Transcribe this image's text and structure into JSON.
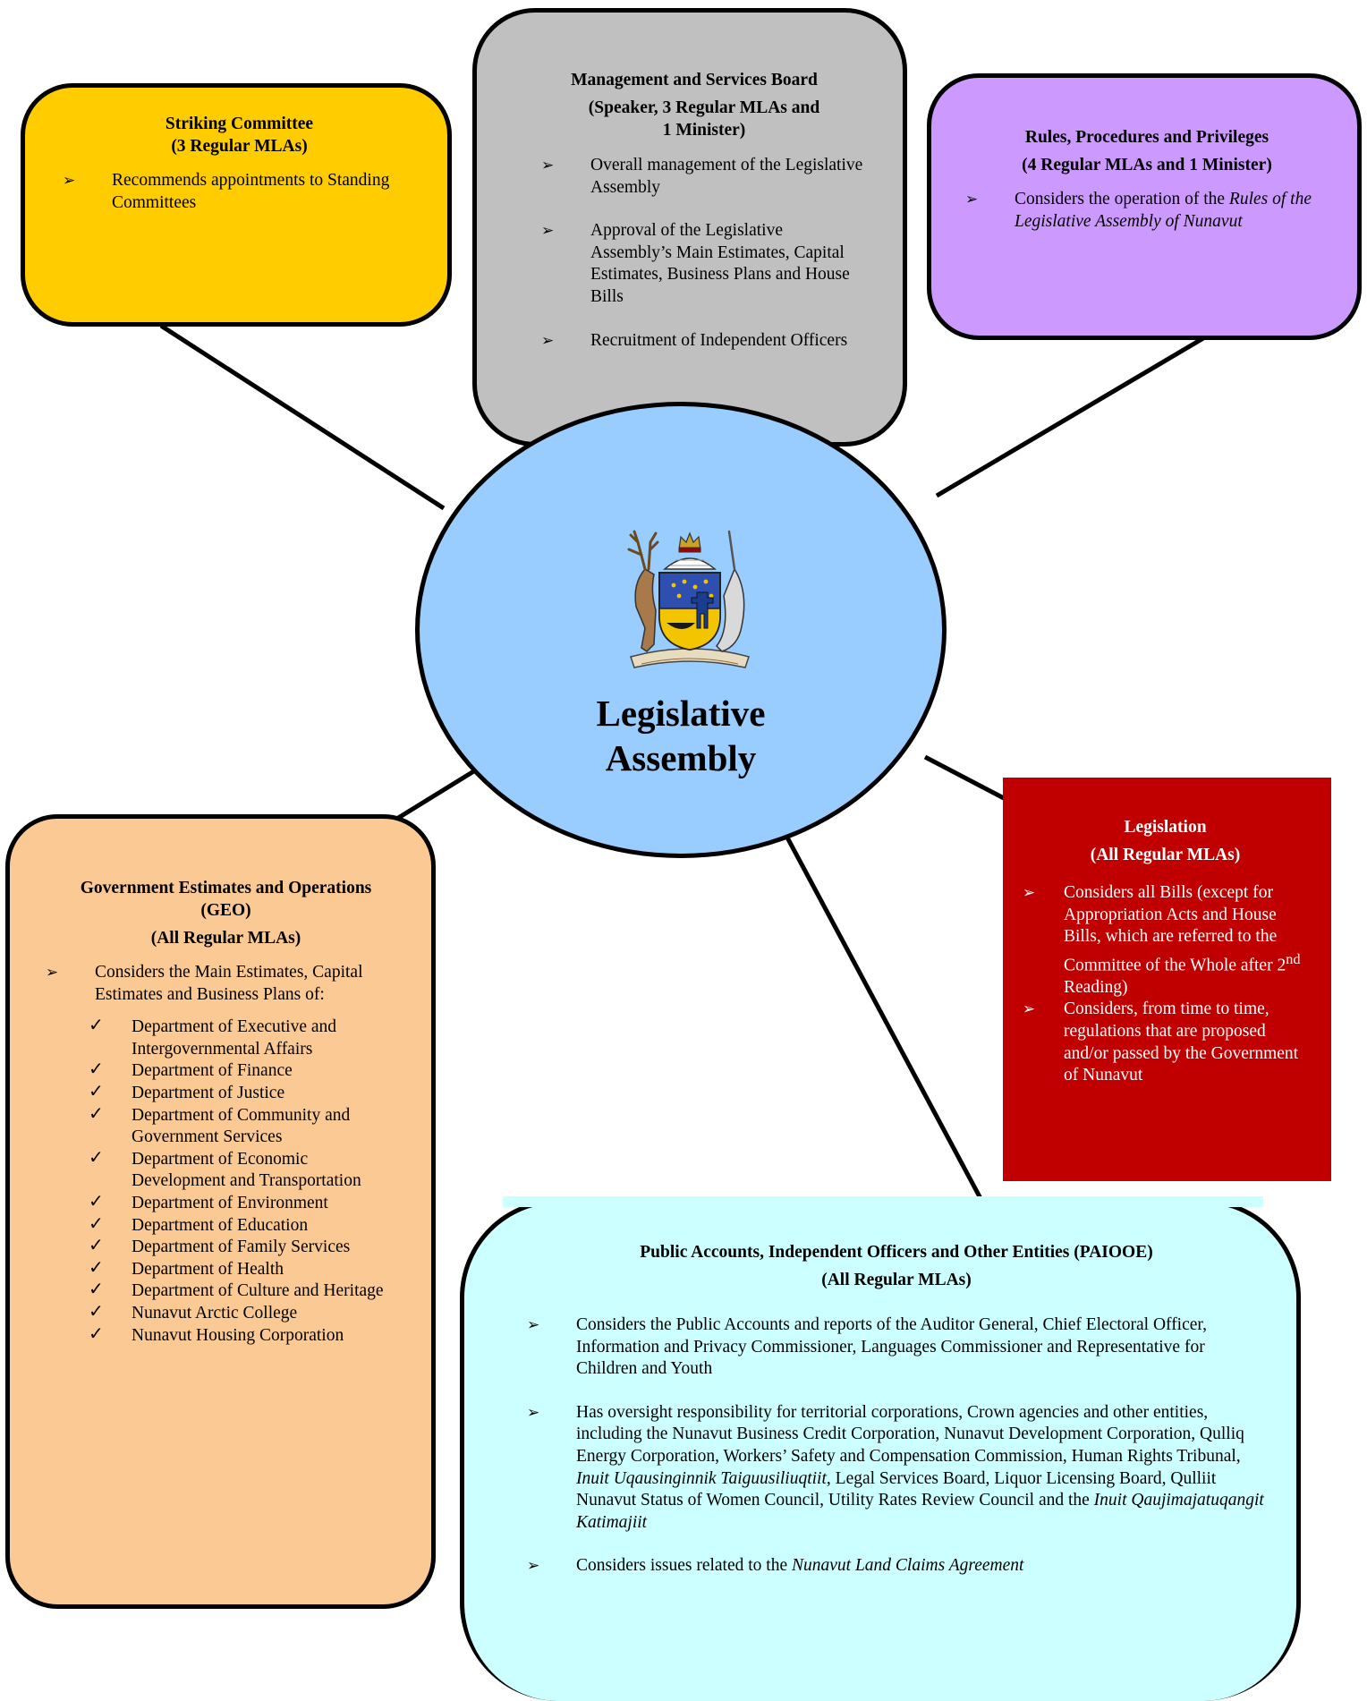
{
  "center": {
    "title_line1": "Legislative",
    "title_line2": "Assembly"
  },
  "striking": {
    "title": "Striking Committee",
    "membership": "(3 Regular MLAs)",
    "items": [
      "Recommends appointments to Standing Committees"
    ]
  },
  "msb": {
    "title": "Management and Services Board",
    "membership_line1": "(Speaker, 3 Regular MLAs and",
    "membership_line2": "1 Minister)",
    "items": [
      "Overall management of the Legislative Assembly",
      "Approval of the Legislative Assembly’s Main Estimates, Capital Estimates, Business Plans and House Bills",
      "Recruitment of Independent Officers"
    ]
  },
  "rules": {
    "title": "Rules, Procedures and Privileges",
    "membership": "(4 Regular MLAs and 1 Minister)",
    "item_prefix": "Considers the operation of the ",
    "item_italic": "Rules of the Legislative Assembly of Nunavut"
  },
  "legislation": {
    "title": "Legislation",
    "membership": "(All Regular MLAs)",
    "item1_text": "Considers all Bills (except for Appropriation Acts and House Bills, which are referred to the Committee of the Whole after ",
    "item1_num": "2",
    "item1_sup": "nd",
    "item1_end": " Reading)",
    "item2_text": "Considers, from time to time, regulations that are proposed and/or passed by the Government of Nunavut"
  },
  "geo": {
    "title_line1": "Government Estimates and Operations",
    "title_line2": "(GEO)",
    "membership": "(All Regular MLAs)",
    "intro": "Considers the Main Estimates, Capital Estimates and Business Plans of:",
    "departments": [
      "Department of Executive and Intergovernmental Affairs",
      "Department of Finance",
      "Department of Justice",
      "Department of Community and Government Services",
      "Department of Economic Development and Transportation",
      "Department of Environment",
      "Department of Education",
      "Department of Family Services",
      "Department of Health",
      "Department of Culture and Heritage",
      "Nunavut Arctic College",
      "Nunavut Housing Corporation"
    ]
  },
  "paiooe": {
    "title": "Public Accounts, Independent Officers and Other Entities (PAIOOE)",
    "membership": "(All Regular MLAs)",
    "item1": "Considers the Public Accounts and reports of the Auditor General, Chief Electoral Officer, Information and Privacy Commissioner, Languages Commissioner and Representative for Children and Youth",
    "item2_part1": "Has oversight responsibility for territorial corporations, Crown agencies and other entities, including the Nunavut Business Credit Corporation, Nunavut Development Corporation, Qulliq Energy Corporation, Workers’ Safety and Compensation Commission, Human Rights Tribunal, ",
    "item2_italic1": "Inuit Uqausinginnik Taiguusiliuqtiit",
    "item2_part2": ", Legal Services Board, Liquor Licensing Board, Qulliit Nunavut Status of Women Council, Utility Rates Review Council and the ",
    "item2_italic2": "Inuit Qaujimajatuqangit Katimajiit",
    "item3_prefix": "Considers issues related to the ",
    "item3_italic": "Nunavut Land Claims Agreement"
  },
  "colors": {
    "striking": "#ffcc00",
    "msb": "#c0c0c0",
    "rules": "#cc99ff",
    "center": "#99ccff",
    "legislation": "#c00000",
    "geo": "#fbc993",
    "paiooe": "#ccffff"
  },
  "icons": {
    "bullet": "arrowhead-bullet-icon",
    "check": "checkmark-icon",
    "crest": "nunavut-coat-of-arms"
  }
}
